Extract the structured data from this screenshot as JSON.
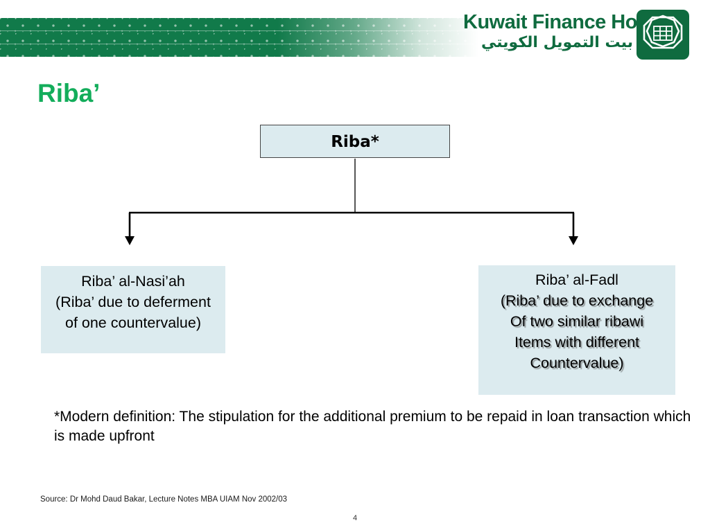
{
  "header": {
    "logo": {
      "title_en": "Kuwait Finance House",
      "title_ar": "بيت التمويل الكويتي",
      "mark_name": "kfh-octagon-logo-icon"
    },
    "banner_color": "#117a4a",
    "brand_green": "#0f6b3f"
  },
  "title": {
    "text": "Riba’",
    "color": "#13ad5b"
  },
  "diagram": {
    "root": {
      "label": "Riba*",
      "fill": "#dcebef",
      "border": "#444444"
    },
    "branches": [
      {
        "id": "riba-al-nasiah",
        "lines": [
          "Riba’ al-Nasi’ah",
          "(Riba’ due to deferment",
          "of one countervalue)"
        ],
        "fill": "#dcebef"
      },
      {
        "id": "riba-al-fadl",
        "lines": [
          "Riba’ al-Fadl",
          "(Riba’ due to exchange",
          "Of two similar ribawi",
          "Items with different",
          "Countervalue)"
        ],
        "fill": "#dcebef"
      }
    ]
  },
  "footnote": {
    "text": "*Modern definition: The stipulation for the additional premium to be repaid in loan transaction which is made upfront"
  },
  "source": {
    "text": "Source: Dr Mohd Daud Bakar, Lecture Notes MBA UIAM Nov 2002/03"
  },
  "page_number": "4"
}
